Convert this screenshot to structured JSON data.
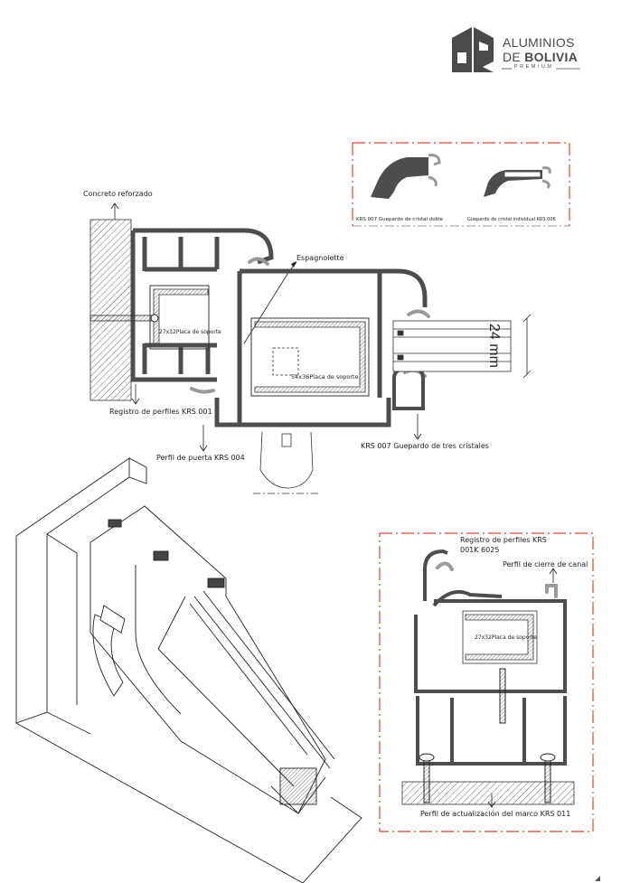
{
  "brand": {
    "line1": "ALUMINIOS",
    "line2a": "DE ",
    "line2b": "BOLIVIA",
    "line3": "PREMIUM"
  },
  "colors": {
    "profile": "#4d4d4d",
    "accent_dash": "#e0452c",
    "gasket": "#9a9a9a",
    "hatch": "#6f6f6f"
  },
  "top_section": {
    "concrete_label": "Concreto reforzado",
    "espagnolette_label": "Espagnolette",
    "plate_small": "27x32Placa de soporte",
    "plate_large": "54x36Placa de soporte",
    "frame_label": "Registro de perfiles KRS 001",
    "door_label": "Perfil de puerta KRS 004",
    "triple_bead_label": "KRS 007 Guepardo de tres cristales",
    "glass_thickness": "24 mm"
  },
  "detail_box": {
    "double_bead_label": "KRS 007 Guepardo de cristal doble",
    "single_bead_label": "Guepardo de cristal individual KRS 006"
  },
  "bottom_section": {
    "frame_label_a": "Registro de perfiles KRS",
    "frame_label_b": "001K 6025",
    "channel_label": "Perfil de cierre de canal",
    "plate_small": "27x32Placa de soporte",
    "update_label": "Perfil de actualización del marco KRS 011"
  }
}
